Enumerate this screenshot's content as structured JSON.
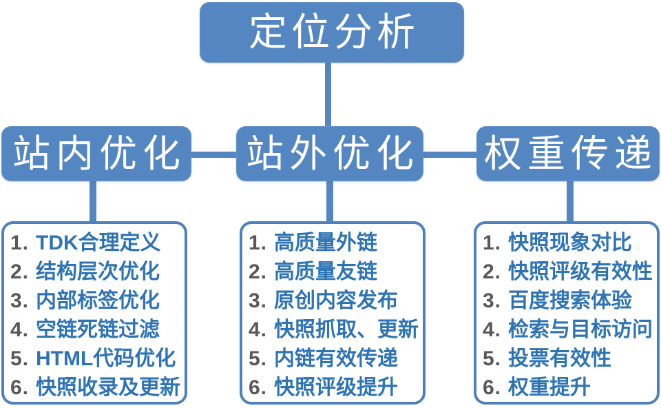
{
  "colors": {
    "node_fill": "#5486C1",
    "node_text": "#FFFFFF",
    "list_border": "#4E80BE",
    "item_text": "#2E73B4",
    "item_number": "#58585A",
    "canvas_bg": "#FFFFFF"
  },
  "diagram": {
    "root": {
      "label": "定位分析"
    },
    "branches": [
      {
        "label": "站内优化",
        "items": [
          {
            "num": "1.",
            "text": "TDK合理定义"
          },
          {
            "num": "2.",
            "text": "结构层次优化"
          },
          {
            "num": "3.",
            "text": "内部标签优化"
          },
          {
            "num": "4.",
            "text": "空链死链过滤"
          },
          {
            "num": "5.",
            "text": "HTML代码优化"
          },
          {
            "num": "6.",
            "text": "快照收录及更新"
          }
        ]
      },
      {
        "label": "站外优化",
        "items": [
          {
            "num": "1.",
            "text": "高质量外链"
          },
          {
            "num": "2.",
            "text": "高质量友链"
          },
          {
            "num": "3.",
            "text": "原创内容发布"
          },
          {
            "num": "4.",
            "text": "快照抓取、更新"
          },
          {
            "num": "5.",
            "text": "内链有效传递"
          },
          {
            "num": "6.",
            "text": "快照评级提升"
          }
        ]
      },
      {
        "label": "权重传递",
        "items": [
          {
            "num": "1.",
            "text": "快照现象对比"
          },
          {
            "num": "2.",
            "text": "快照评级有效性"
          },
          {
            "num": "3.",
            "text": "百度搜索体验"
          },
          {
            "num": "4.",
            "text": "检索与目标访问"
          },
          {
            "num": "5.",
            "text": "投票有效性"
          },
          {
            "num": "6.",
            "text": "权重提升"
          }
        ]
      }
    ]
  }
}
